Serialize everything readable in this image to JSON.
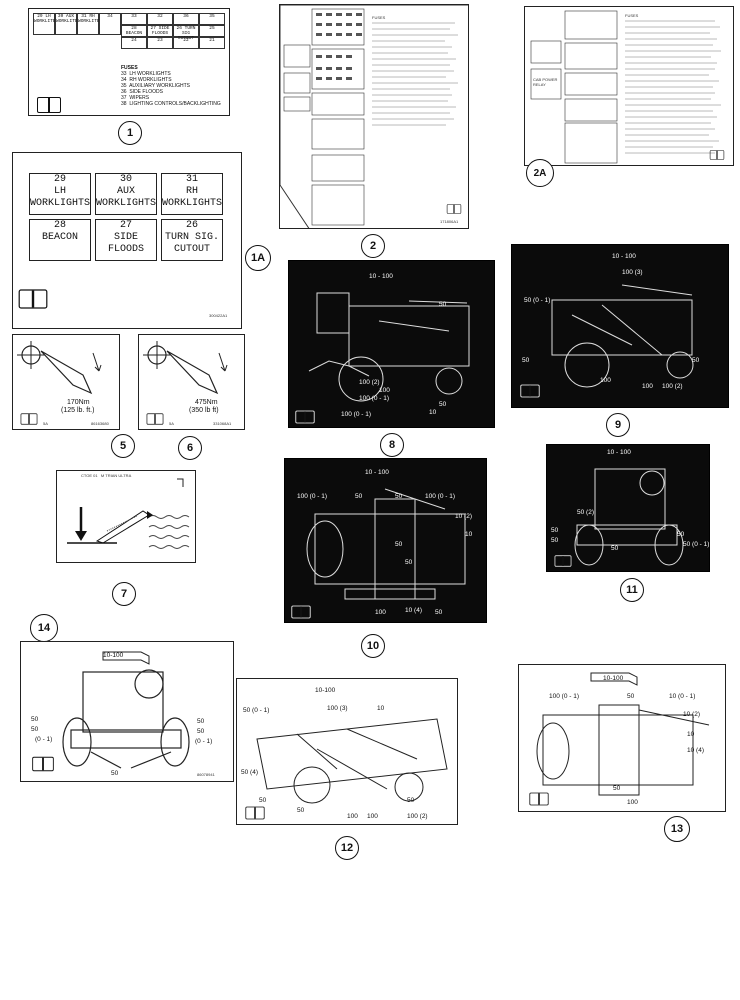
{
  "decal1": {
    "fuse_cells": [
      "29 LH WORKLITE",
      "30 AUX WORKLITE",
      "31 RH WORKLITE",
      "34",
      "33",
      "32",
      "36",
      "35",
      "28 BEACON",
      "27 SIDE FLOODS",
      "26 TURN SIG CUTOUT",
      "25",
      "24",
      "23",
      "22",
      "21"
    ],
    "fuse_title": "FUSES",
    "fuse_list": [
      "33  LH WORKLIGHTS",
      "34  RH WORKLIGHTS",
      "35  AUXILIARY WORKLIGHTS",
      "36  SIDE FLOODS",
      "37  WIPERS",
      "38  LIGHTING CONTROLS/BACKLIGHTING"
    ],
    "number": "1"
  },
  "decal1a": {
    "cells": [
      {
        "num": "29",
        "text": "LH\nWORKLIGHTS"
      },
      {
        "num": "30",
        "text": "AUX\nWORKLIGHTS"
      },
      {
        "num": "31",
        "text": "RH\nWORKLIGHTS"
      },
      {
        "num": "28",
        "text": "BEACON"
      },
      {
        "num": "27",
        "text": "SIDE\nFLOODS"
      },
      {
        "num": "26",
        "text": "TURN SIG.\nCUTOUT"
      }
    ],
    "part_no": "300422A1",
    "number": "1A"
  },
  "decal2": {
    "title": "FUSES",
    "part_no": "171806A1",
    "number": "2"
  },
  "decal2a": {
    "title": "FUSES",
    "cab_power": "CAB POWER RELAY",
    "number": "2A"
  },
  "decal5": {
    "torque": "170Nm",
    "torque_imperial": "(125 lb. ft.)",
    "code": "5A",
    "part": "86163680",
    "number": "5"
  },
  "decal6": {
    "torque": "475Nm",
    "torque_imperial": "(350 lb ft)",
    "code": "5A",
    "part": "331068A1",
    "number": "6"
  },
  "decal7": {
    "header": "CTOE 01   M TRIAN ULTRA",
    "number": "7"
  },
  "decal8": {
    "number": "8",
    "labels": [
      "10 - 100",
      "50",
      "100 (2)",
      "100",
      "100 (0 - 1)",
      "100 (0 - 1)",
      "50",
      "10"
    ]
  },
  "decal9": {
    "number": "9",
    "labels": [
      "10 - 100",
      "50 (0 - 1)",
      "100 (3)",
      "50",
      "50",
      "100",
      "100",
      "100 (2)"
    ]
  },
  "decal10": {
    "number": "10",
    "labels": [
      "10 - 100",
      "100 (0 - 1)",
      "50",
      "50",
      "100 (0 - 1)",
      "10 (2)",
      "10",
      "50",
      "50",
      "100",
      "10 (4)",
      "50"
    ]
  },
  "decal11": {
    "number": "11",
    "labels": [
      "10 - 100",
      "50 (2)",
      "50",
      "50",
      "50",
      "50",
      "50 (0 - 1)"
    ]
  },
  "decal12": {
    "number": "12",
    "labels": [
      "10-100",
      "50 (0 - 1)",
      "100 (3)",
      "10",
      "50 (4)",
      "50",
      "100",
      "100",
      "100 (2)",
      "50",
      "50"
    ]
  },
  "decal13": {
    "number": "13",
    "labels": [
      "10-100",
      "100 (0 - 1)",
      "50",
      "10 (0 - 1)",
      "10 (2)",
      "10",
      "10 (4)",
      "50",
      "100"
    ]
  },
  "decal14": {
    "number": "14",
    "labels": [
      "10-100",
      "50",
      "50",
      "50",
      "50",
      "(0 - 1)",
      "(0 - 1)",
      "50"
    ],
    "part": "86078941"
  }
}
